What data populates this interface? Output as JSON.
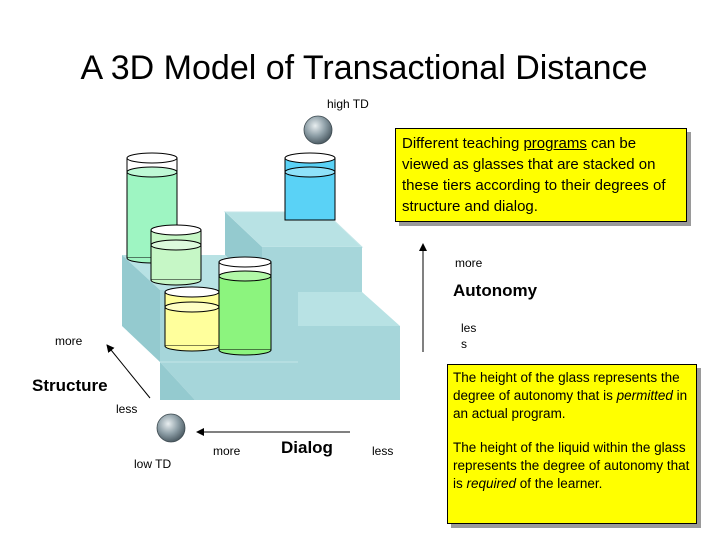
{
  "title": "A 3D Model of Transactional Distance",
  "labels": {
    "high_td": "high TD",
    "low_td": "low TD",
    "structure": "Structure",
    "structure_more": "more",
    "structure_less": "less",
    "dialog": "Dialog",
    "dialog_more": "more",
    "dialog_less": "less",
    "autonomy": "Autonomy",
    "autonomy_more": "more",
    "autonomy_less_1": "les",
    "autonomy_less_2": "s"
  },
  "note_top": {
    "text_before": "Different teaching ",
    "link": "programs",
    "text_after": " can be viewed as glasses that are stacked on these tiers according to their degrees of structure and dialog."
  },
  "note_bottom": {
    "p1_before": "The height of the glass represents the degree of autonomy that is ",
    "p1_emph": "permitted",
    "p1_after": " in an actual program.",
    "p2_before": "The height of the liquid within the glass represents the degree of autonomy that is ",
    "p2_emph": "required",
    "p2_after": " of the learner."
  },
  "colors": {
    "note_bg": "#ffff00",
    "stair_top": "#b8e2e4",
    "stair_front": "#a6d6da",
    "stair_side": "#94cacf",
    "glass_green_liquid": "#9ef5c2",
    "glass_light_green": "#c6f7c6",
    "glass_yellow": "#ffff9c",
    "glass_blue": "#5ad2f6",
    "glass_bright_green": "#8cf47e"
  }
}
